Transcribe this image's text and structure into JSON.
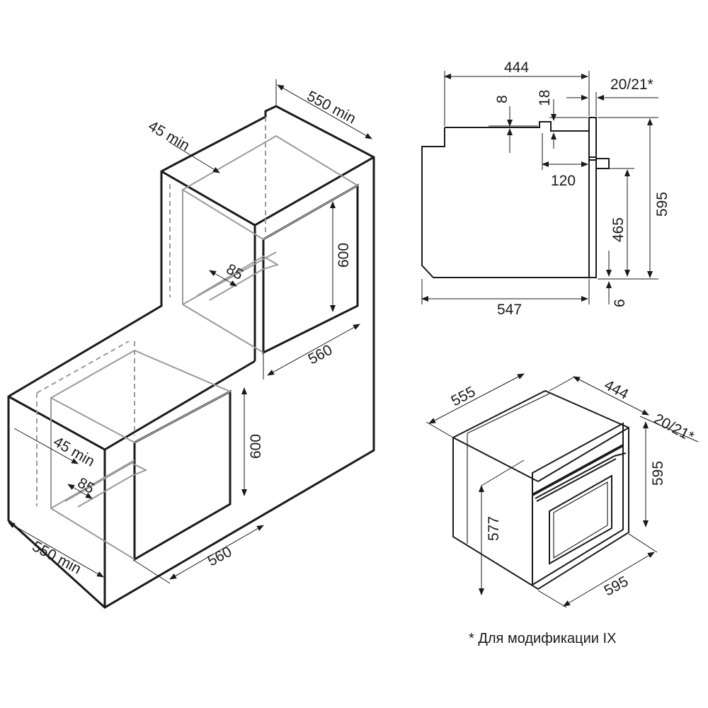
{
  "column_cabinet": {
    "depth_label": "550 min",
    "gap_label": "45 min",
    "opening_height_label": "600",
    "opening_width_label": "560",
    "vent_label": "85"
  },
  "under_counter_cabinet": {
    "depth_label": "550 min",
    "gap_label": "45 min",
    "opening_height_label": "600",
    "opening_width_label": "560",
    "vent_label": "85"
  },
  "side_view": {
    "top_depth_label": "444",
    "step_label": "8",
    "panel_offset_label": "18",
    "front_label": "20/21*",
    "handle_label": "120",
    "total_height_label": "595",
    "door_height_label": "465",
    "bottom_gap_label": "6",
    "total_depth_label": "547"
  },
  "iso_view": {
    "depth_label": "555",
    "width_top_label": "444",
    "front_label": "20/21*",
    "height_label": "595",
    "body_height_label": "577",
    "width_label": "595"
  },
  "footnote": "* Для модификации IX"
}
